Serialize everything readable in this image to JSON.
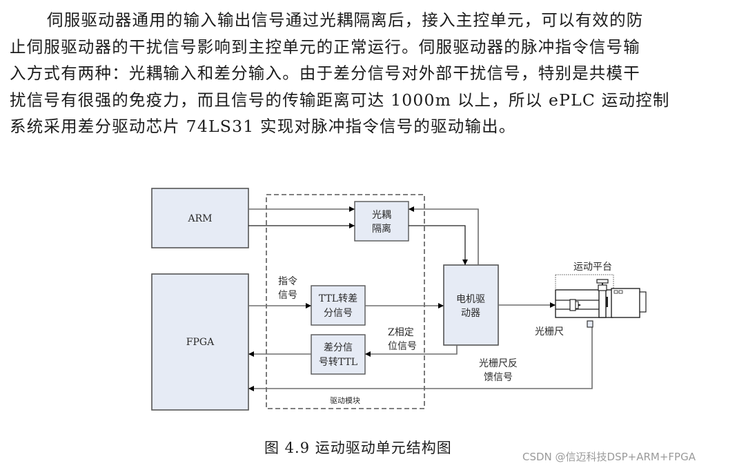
{
  "paragraph": {
    "lines": [
      "伺服驱动器通用的输入输出信号通过光耦隔离后，接入主控单元，可以有效的防",
      "止伺服驱动器的干扰信号影响到主控单元的正常运行。伺服驱动器的脉冲指令信号输",
      "入方式有两种：光耦输入和差分输入。由于差分信号对外部干扰信号，特别是共模干",
      "扰信号有很强的免疫力，而且信号的传输距离可达 1000m 以上，所以 ePLC 运动控制",
      "系统采用差分驱动芯片 74LS31 实现对脉冲指令信号的驱动输出。"
    ]
  },
  "diagram": {
    "blocks": {
      "arm": "ARM",
      "fpga": "FPGA",
      "optocoupler": [
        "光耦",
        "隔离"
      ],
      "ttl_to_diff": [
        "TTL转差",
        "分信号"
      ],
      "diff_to_ttl": [
        "差分信",
        "号转TTL"
      ],
      "motor_driver": [
        "电机驱",
        "动器"
      ]
    },
    "labels": {
      "command_signal": [
        "指令",
        "信号"
      ],
      "z_phase_signal": [
        "Z相定",
        "位信号"
      ],
      "grating_ruler": "光栅尺",
      "grating_feedback": [
        "光栅尺反",
        "馈信号"
      ],
      "motion_platform": "运动平台",
      "drive_module": "驱动模块"
    },
    "colors": {
      "block_fill": "#e6ebf5",
      "block_stroke": "#555555",
      "line": "#6e6e6e",
      "arrow": "#000000"
    }
  },
  "caption": "图 4.9  运动驱动单元结构图",
  "watermark": "CSDN @信迈科技DSP+ARM+FPGA"
}
